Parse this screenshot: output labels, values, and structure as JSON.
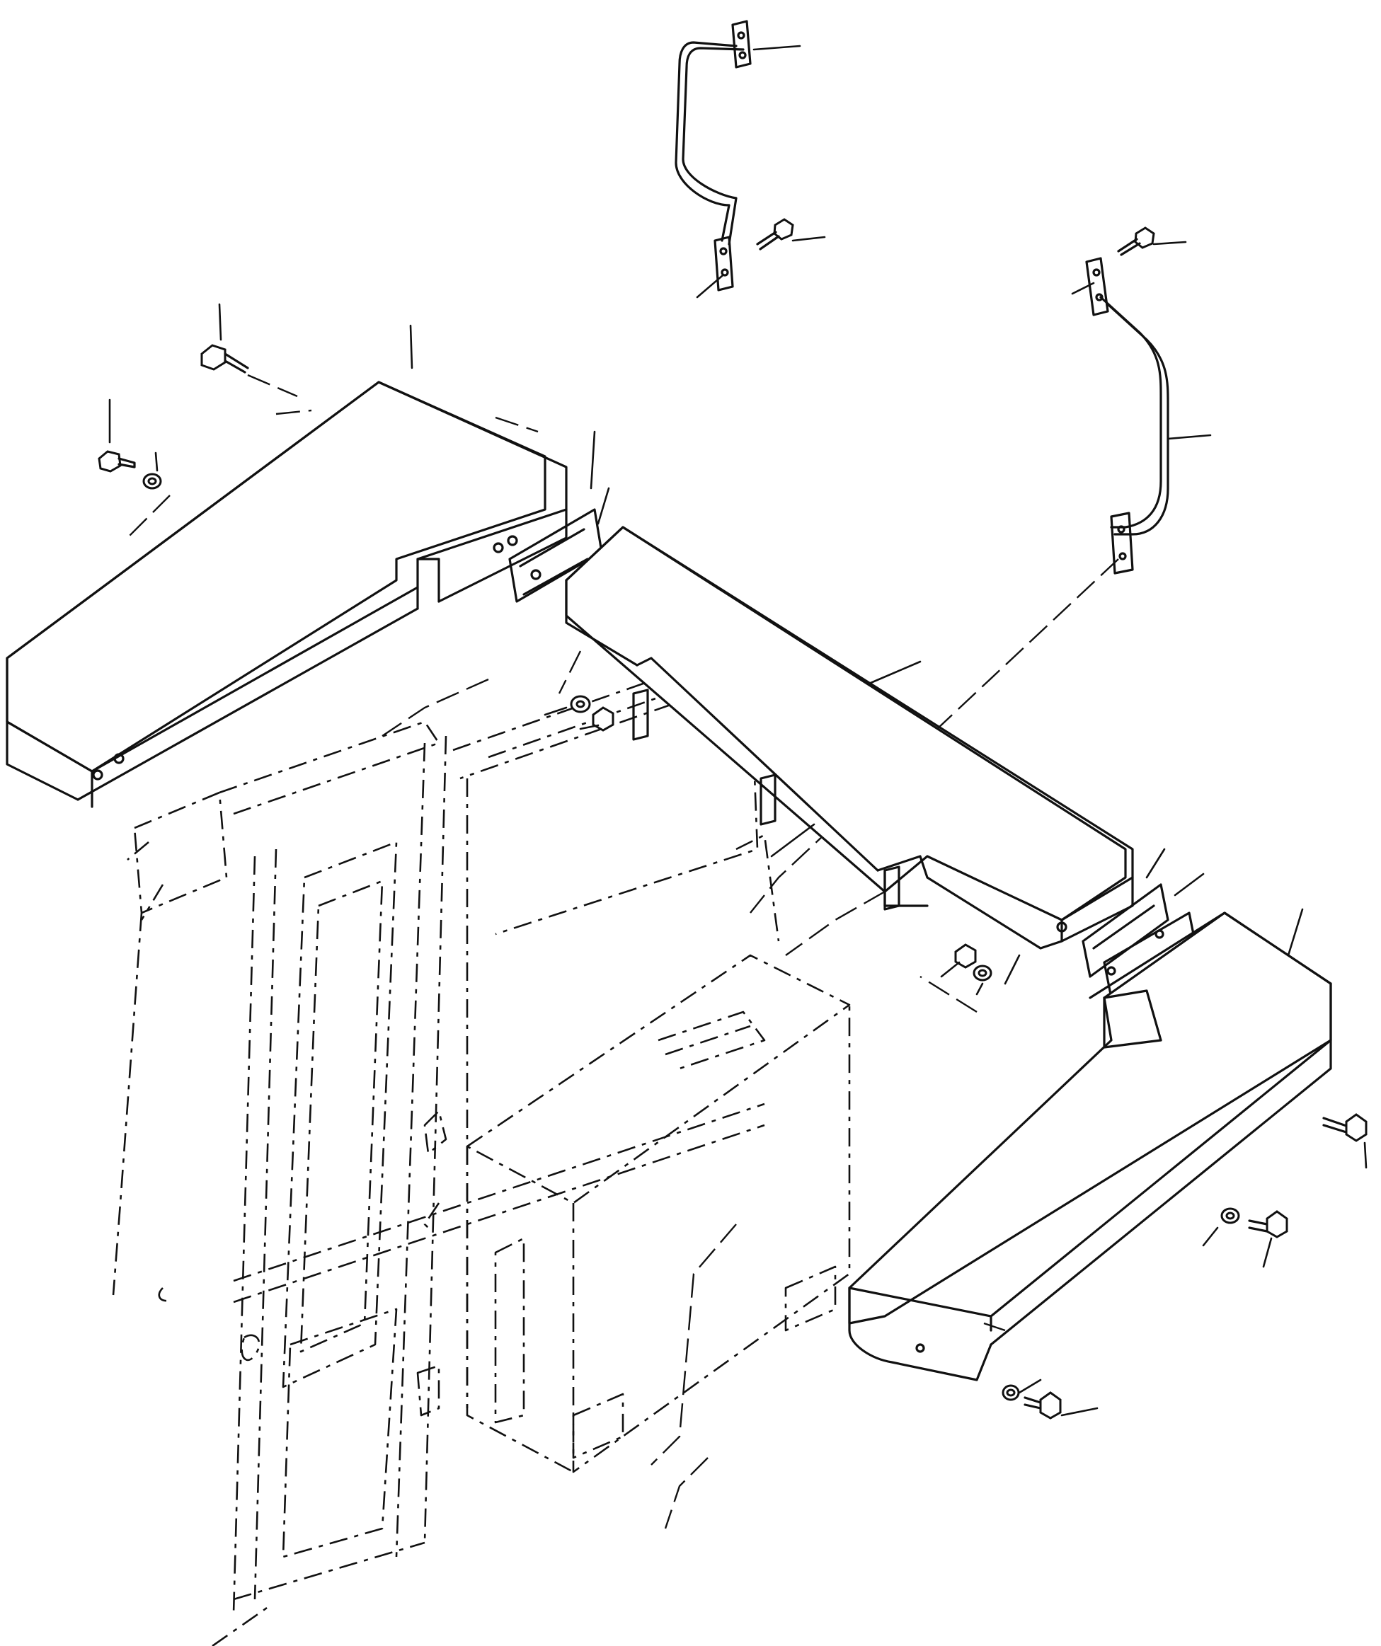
{
  "diagram": {
    "type": "exploded-parts-illustration",
    "caption_text": "",
    "parts": [
      {
        "name": "left-step-grating",
        "kind": "grating-step"
      },
      {
        "name": "center-step-grating",
        "kind": "grating-step"
      },
      {
        "name": "right-step-grating",
        "kind": "grating-step"
      },
      {
        "name": "left-handrail",
        "kind": "handrail"
      },
      {
        "name": "right-handrail",
        "kind": "handrail"
      },
      {
        "name": "left-joint-plate",
        "kind": "plate"
      },
      {
        "name": "right-joint-plate",
        "kind": "plate"
      },
      {
        "name": "cab-structure",
        "kind": "reference-phantom"
      },
      {
        "name": "battery-box",
        "kind": "reference-phantom"
      }
    ],
    "fasteners": [
      "bolt",
      "washer",
      "nut"
    ],
    "callout_labels": []
  }
}
